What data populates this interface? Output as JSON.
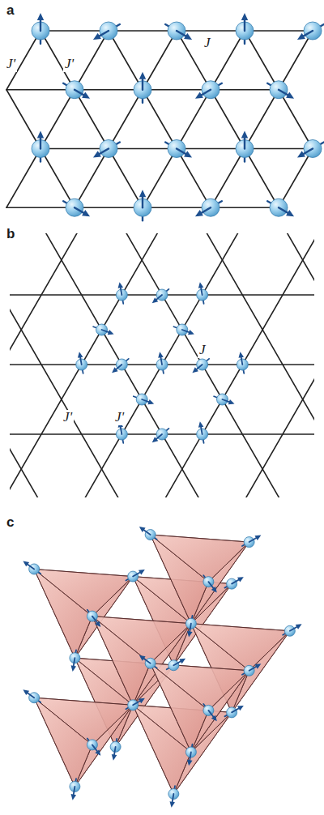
{
  "diagram": {
    "labels": [
      "a",
      "J",
      "J'",
      "J'",
      "b",
      "J",
      "J'",
      "J'",
      "c"
    ]
  }
}
